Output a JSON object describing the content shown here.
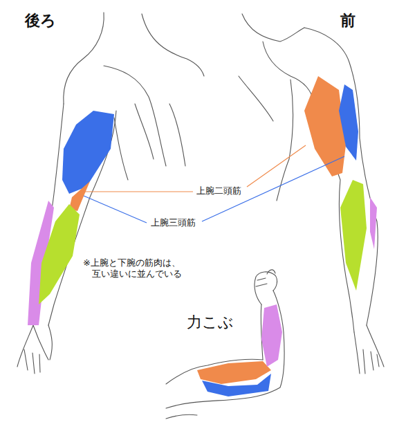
{
  "diagram": {
    "labels": [
      "後ろ",
      "前",
      "上腕二頭筋",
      "上腕三頭筋",
      "※上腕と下腕の筋肉は、 互い違いに並んでいる",
      "力こぶ"
    ]
  }
}
